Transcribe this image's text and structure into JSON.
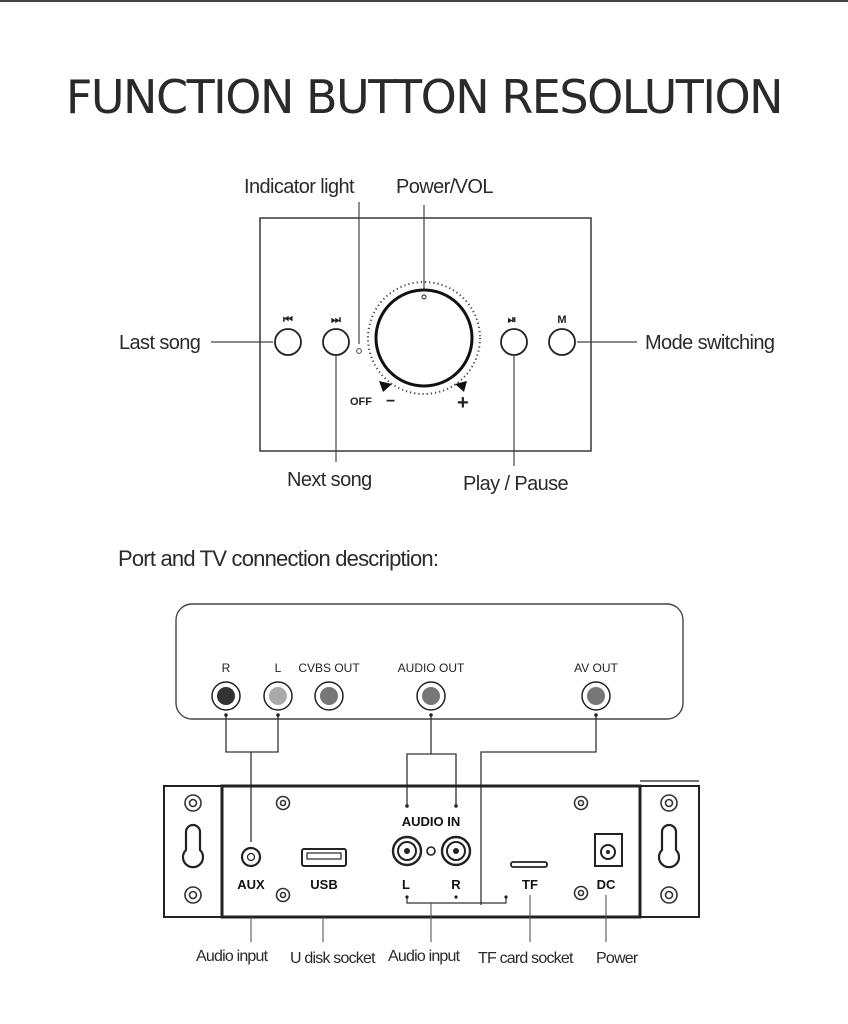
{
  "title": "FUNCTION BUTTON RESOLUTION",
  "panel": {
    "labels": {
      "indicator_light": "Indicator light",
      "power_vol": "Power/VOL",
      "last_song": "Last song",
      "mode_switching": "Mode switching",
      "next_song": "Next song",
      "play_pause": "Play / Pause"
    },
    "button_marks": {
      "prev": "⏮",
      "next": "⏭",
      "play_pause": "⏯",
      "mode": "M"
    },
    "knob_marks": {
      "off": "OFF",
      "minus": "−",
      "plus": "+"
    }
  },
  "ports_section": {
    "heading": "Port and TV connection description:",
    "tv_ports": {
      "r": "R",
      "l": "L",
      "cvbs_out": "CVBS OUT",
      "audio_out": "AUDIO OUT",
      "av_out": "AV OUT"
    },
    "device_ports": {
      "aux": "AUX",
      "usb": "USB",
      "audio_in": "AUDIO IN",
      "l": "L",
      "r": "R",
      "tf": "TF",
      "dc": "DC"
    },
    "bottom_labels": {
      "audio_input_1": "Audio input",
      "u_disk_socket": "U disk socket",
      "audio_input_2": "Audio input",
      "tf_card_socket": "TF card socket",
      "power": "Power"
    }
  },
  "colors": {
    "line": "#222222",
    "text": "#2a2a2a",
    "port_dark": "#333333",
    "port_mid": "#777777",
    "port_light": "#aaaaaa"
  }
}
